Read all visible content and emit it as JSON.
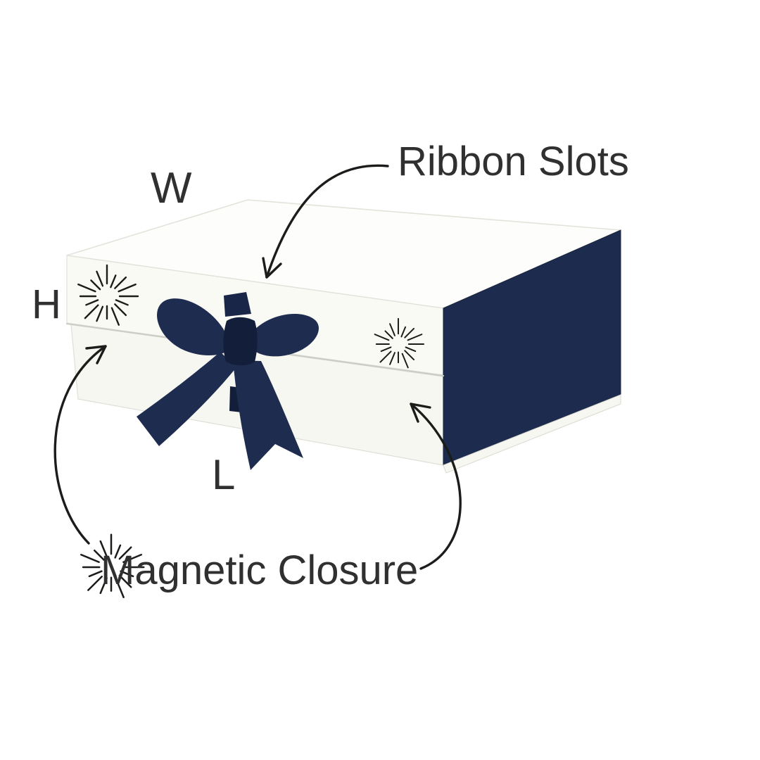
{
  "labels": {
    "width": "W",
    "height": "H",
    "length": "L",
    "ribbon_slots": "Ribbon Slots",
    "magnetic_closure": "Magnetic Closure"
  },
  "colors": {
    "background": "#ffffff",
    "box_face": "#fdfdfb",
    "box_face_shaded": "#fafaf5",
    "box_face_base": "#f7f7f1",
    "navy_panel": "#1d2c4e",
    "ribbon": "#1e2c50",
    "ribbon_mid": "#192648",
    "ribbon_dark": "#131f3a",
    "ink": "#1c1c1a",
    "label_text": "#303030"
  },
  "icons": {
    "sparkle-icon": "radiating burst lines"
  }
}
